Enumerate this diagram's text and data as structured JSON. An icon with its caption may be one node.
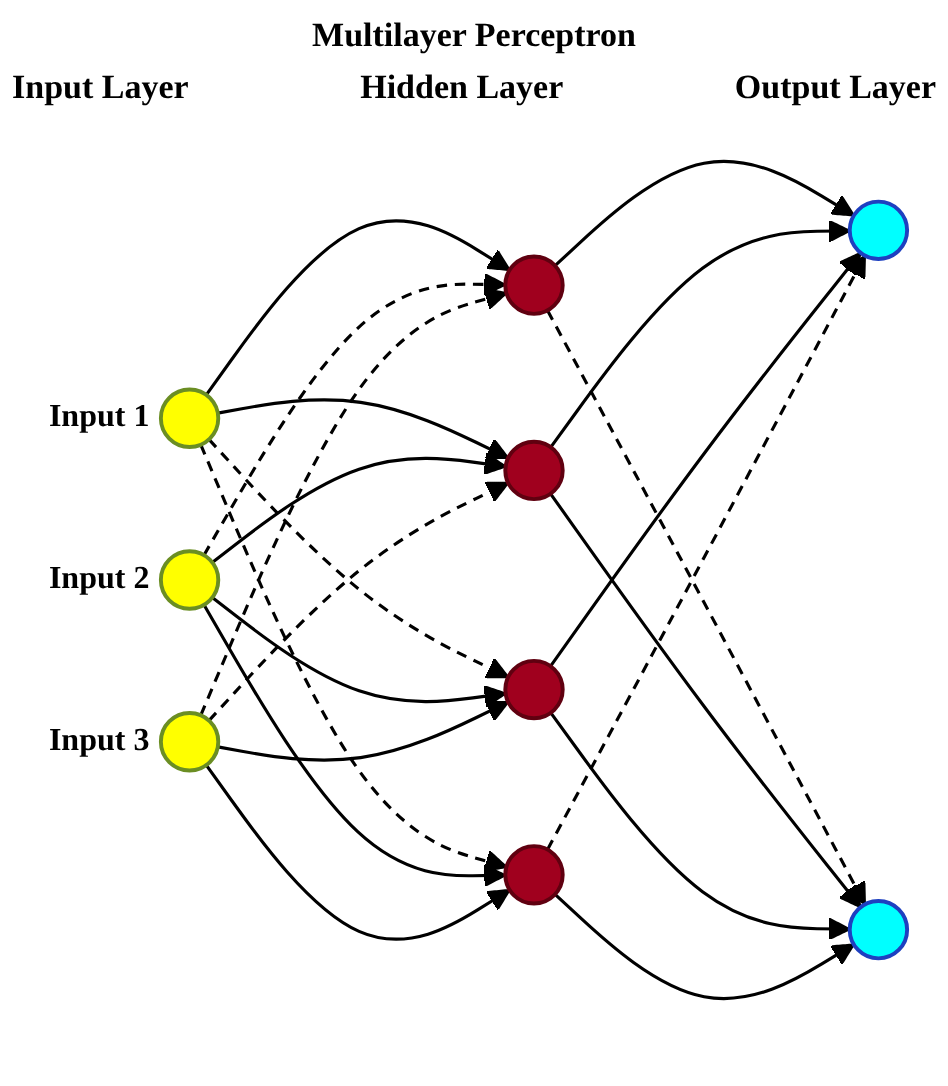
{
  "diagram": {
    "title": "Multilayer Perceptron",
    "nodes": [
      {
        "text": [],
        "shape": "circle",
        "beside": [
          "Input 1"
        ]
      },
      {
        "text": [],
        "shape": "circle",
        "beside": [
          "Input 2"
        ]
      },
      {
        "text": [],
        "shape": "circle",
        "beside": [
          "Input 3"
        ]
      },
      {
        "text": [],
        "shape": "circle"
      },
      {
        "text": [],
        "shape": "circle"
      },
      {
        "text": [],
        "shape": "circle"
      },
      {
        "text": [],
        "shape": "circle"
      },
      {
        "text": [],
        "shape": "circle"
      },
      {
        "text": [],
        "shape": "circle"
      }
    ],
    "edges": [
      {
        "from": 0,
        "to": 3,
        "arrow": "to"
      },
      {
        "from": 0,
        "to": 4,
        "arrow": "to"
      },
      {
        "from": 0,
        "to": 5,
        "arrow": "to",
        "style": "dashed"
      },
      {
        "from": 0,
        "to": 6,
        "arrow": "to",
        "style": "dashed"
      },
      {
        "from": 1,
        "to": 3,
        "arrow": "to",
        "style": "dashed"
      },
      {
        "from": 1,
        "to": 4,
        "arrow": "to"
      },
      {
        "from": 1,
        "to": 5,
        "arrow": "to"
      },
      {
        "from": 1,
        "to": 6,
        "arrow": "to"
      },
      {
        "from": 2,
        "to": 3,
        "arrow": "to",
        "style": "dashed"
      },
      {
        "from": 2,
        "to": 4,
        "arrow": "to",
        "style": "dashed"
      },
      {
        "from": 2,
        "to": 5,
        "arrow": "to"
      },
      {
        "from": 2,
        "to": 6,
        "arrow": "to"
      },
      {
        "from": 3,
        "to": 7,
        "arrow": "to"
      },
      {
        "from": 3,
        "to": 8,
        "arrow": "to",
        "style": "dashed"
      },
      {
        "from": 4,
        "to": 7,
        "arrow": "to"
      },
      {
        "from": 4,
        "to": 8,
        "arrow": "to"
      },
      {
        "from": 5,
        "to": 7,
        "arrow": "to"
      },
      {
        "from": 5,
        "to": 8,
        "arrow": "to"
      },
      {
        "from": 6,
        "to": 7,
        "arrow": "to",
        "style": "dashed"
      },
      {
        "from": 6,
        "to": 8,
        "arrow": "to"
      }
    ],
    "labels": [
      "Input Layer",
      "Hidden Layer",
      "Output Layer"
    ]
  }
}
